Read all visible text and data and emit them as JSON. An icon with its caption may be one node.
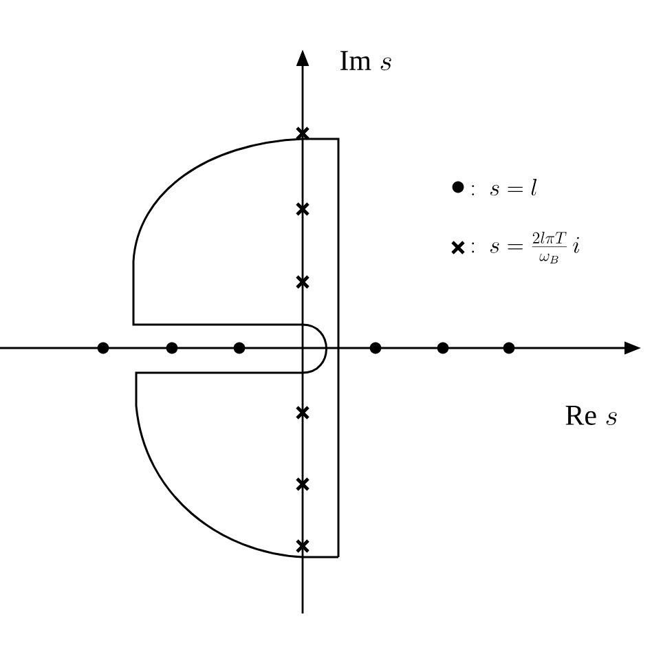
{
  "diagram": {
    "labels": [
      "\\mathrm{Im}\\; s",
      "\\mathrm{Re}\\; s"
    ],
    "legend": [
      {
        "text": ":\\; s = l"
      },
      {
        "text": ":\\; s = \\frac{2l\\pi T}{\\omega_B}\\, i"
      }
    ]
  }
}
